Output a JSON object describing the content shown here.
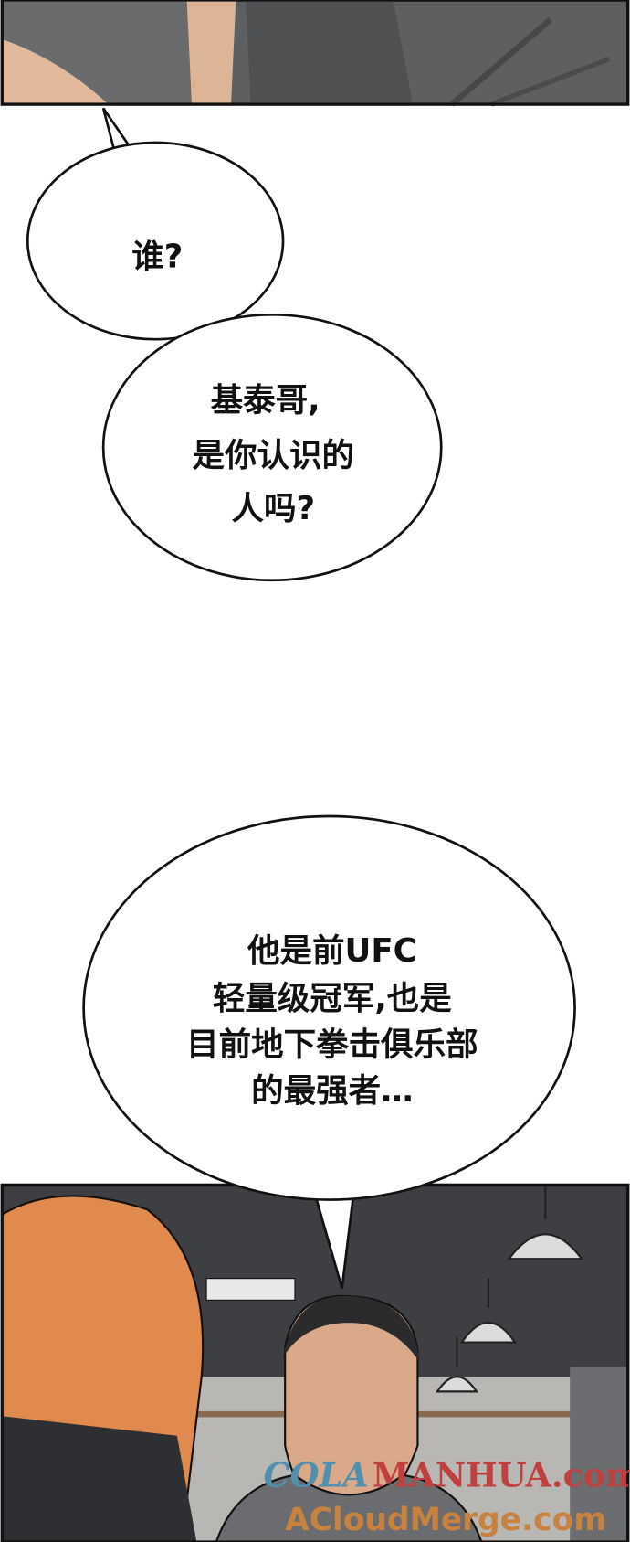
{
  "bubbles": {
    "b1": {
      "lines": [
        "谁?"
      ]
    },
    "b2": {
      "lines": [
        "基泰哥,",
        "是你认识的",
        "人吗?"
      ]
    },
    "b3": {
      "lines": [
        "他是前UFC",
        "轻量级冠军,也是",
        "目前地下拳击俱乐部",
        "的最强者…"
      ]
    }
  },
  "watermark": {
    "line1a": "COLA",
    "line1b": "MANHUA.com",
    "line2": "ACloudMerge.com"
  }
}
